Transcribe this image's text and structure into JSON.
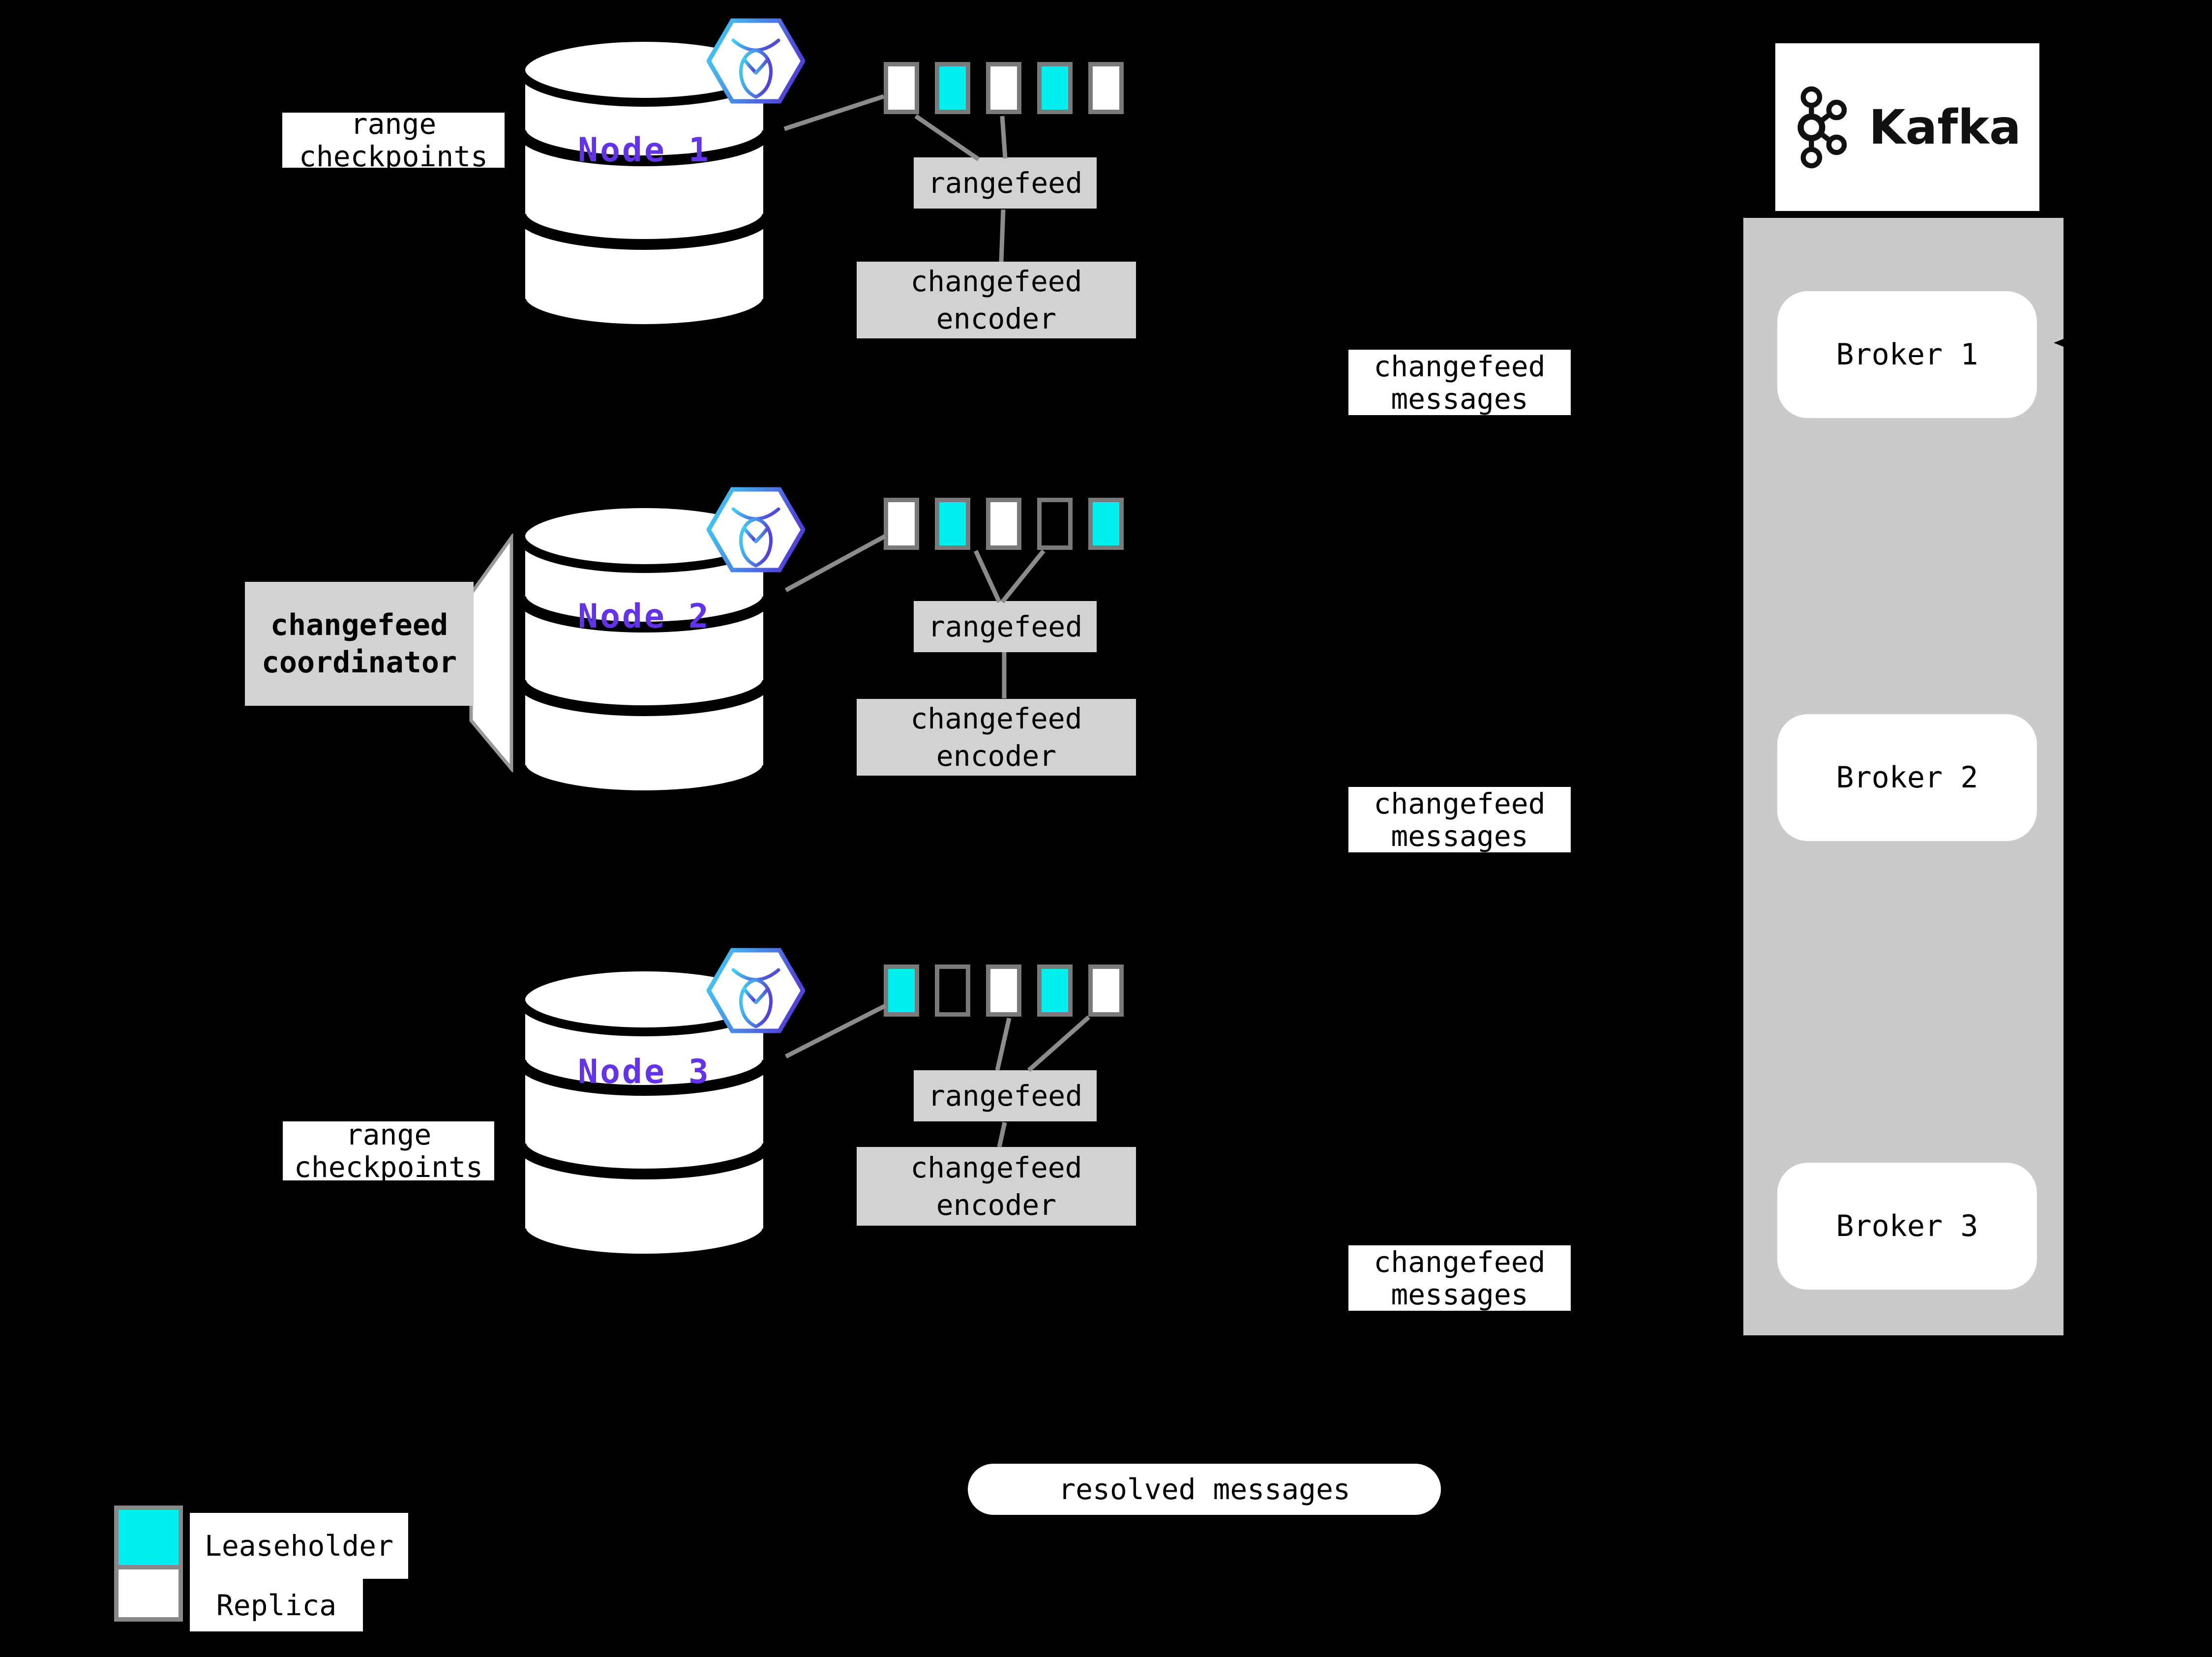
{
  "colors": {
    "background": "#000000",
    "leaseholder_cyan": "#00f0f0",
    "replica_white": "#ffffff",
    "empty_black": "#000000",
    "box_gray": "#d2d2d2",
    "panel_gray": "#cacaca",
    "border_gray": "#7a7a7a",
    "connector_gray": "#8c8c8c",
    "node_label_purple": "#6333ea",
    "hexagon_gradient_start": "#3fd4f4",
    "hexagon_gradient_end": "#5243d8"
  },
  "nodes": [
    {
      "label": "Node 1",
      "side_label_line1": "range",
      "side_label_line2": "checkpoints",
      "ranges": [
        "replica",
        "leaseholder",
        "replica",
        "leaseholder",
        "replica"
      ],
      "rangefeed_label": "rangefeed",
      "encoder_line1": "changefeed",
      "encoder_line2": "encoder",
      "message_line1": "changefeed",
      "message_line2": "messages"
    },
    {
      "label": "Node 2",
      "coordinator_line1": "changefeed",
      "coordinator_line2": "coordinator",
      "ranges": [
        "replica",
        "leaseholder",
        "replica",
        "empty",
        "leaseholder"
      ],
      "rangefeed_label": "rangefeed",
      "encoder_line1": "changefeed",
      "encoder_line2": "encoder",
      "message_line1": "changefeed",
      "message_line2": "messages"
    },
    {
      "label": "Node 3",
      "side_label_line1": "range",
      "side_label_line2": "checkpoints",
      "ranges": [
        "leaseholder",
        "empty",
        "replica",
        "leaseholder",
        "replica"
      ],
      "rangefeed_label": "rangefeed",
      "encoder_line1": "changefeed",
      "encoder_line2": "encoder",
      "message_line1": "changefeed",
      "message_line2": "messages"
    }
  ],
  "kafka": {
    "brand": "Kafka",
    "brokers": [
      {
        "label": "Broker 1"
      },
      {
        "label": "Broker 2"
      },
      {
        "label": "Broker 3"
      }
    ]
  },
  "resolved_label": "resolved messages",
  "legend": {
    "items": [
      {
        "type": "leaseholder",
        "label": "Leaseholder"
      },
      {
        "type": "replica",
        "label": "Replica"
      }
    ]
  }
}
